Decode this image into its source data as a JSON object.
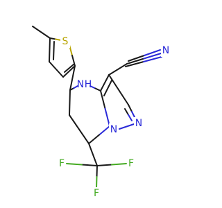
{
  "molecule": {
    "atoms": {
      "sulfur": "S",
      "nitrile_n": "N",
      "ring_nh_n": "N",
      "ring_nh_h": "H",
      "bridge_n": "N",
      "pyrazole_n": "N",
      "f_left": "F",
      "f_right": "F",
      "f_bottom": "F"
    },
    "colors": {
      "bond": "#1a1a1a",
      "carbon": "#1a1a1a",
      "sulfur": "#b8a400",
      "nitrogen": "#2a2ad8",
      "fluorine": "#44aa22"
    }
  }
}
